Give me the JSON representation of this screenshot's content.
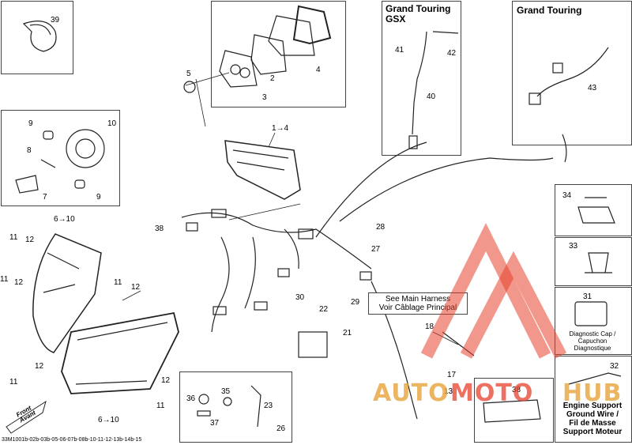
{
  "titles": {
    "gsx": "Grand Touring\nGSX",
    "gt": "Grand Touring"
  },
  "callouts": {
    "harness": "See Main Harness\nVoir Câblage Principal",
    "diag": "Diagnostic Cap /\nCapuchon\nDiagnostique",
    "engine": "Engine Support\nGround Wire /\nFil de Masse\nSupport Moteur",
    "front": "Front\nAvant"
  },
  "footer_code": "33M1001b-02b-03b-05-06-07b-08b-10-11-12-13b-14b-15",
  "watermark": {
    "left": "AUTO",
    "middle": "MOTO",
    "right": "HUB"
  },
  "parts": {
    "p39": "39",
    "p5": "5",
    "p2": "2",
    "p3": "3",
    "p4": "4",
    "p1_4": "1→4",
    "p9a": "9",
    "p10": "10",
    "p8": "8",
    "p7": "7",
    "p9b": "9",
    "p6_10a": "6→10",
    "p38a": "38",
    "p11a": "11",
    "p12a": "12",
    "p11b": "11",
    "p12b": "12",
    "p11c": "11",
    "p12c": "12",
    "p12d": "12",
    "p11d": "11",
    "p12e": "12",
    "p11e": "11",
    "p6_10b": "6→10",
    "p36": "36",
    "p35": "35",
    "p37": "37",
    "p23": "23",
    "p26": "26",
    "p30": "30",
    "p22": "22",
    "p21": "21",
    "p28": "28",
    "p27": "27",
    "p29": "29",
    "p18": "18",
    "p17": "17",
    "p13": "13",
    "p41": "41",
    "p42": "42",
    "p40": "40",
    "p43": "43",
    "p34": "34",
    "p33": "33",
    "p31": "31",
    "p32": "32",
    "p38b": "38"
  },
  "colors": {
    "watermark_red": "#e8412c",
    "watermark_gold": "#e8a33a"
  }
}
